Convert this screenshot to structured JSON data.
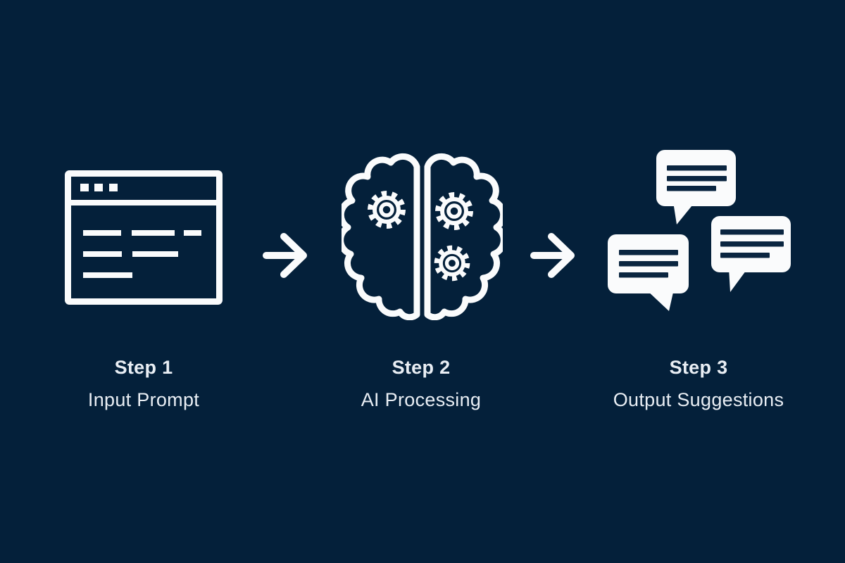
{
  "colors": {
    "background": "#04203A",
    "icon": "#FAFBFC",
    "text": "#E9EEF4",
    "bubble_text_lines": "#0A2540"
  },
  "steps": [
    {
      "label": "Step 1",
      "sublabel": "Input Prompt",
      "icon": "browser-window-icon"
    },
    {
      "label": "Step 2",
      "sublabel": "AI Processing",
      "icon": "brain-gears-icon"
    },
    {
      "label": "Step 3",
      "sublabel": "Output Suggestions",
      "icon": "chat-bubbles-icon"
    }
  ],
  "connectors": [
    {
      "icon": "arrow-right-icon"
    },
    {
      "icon": "arrow-right-icon"
    }
  ]
}
